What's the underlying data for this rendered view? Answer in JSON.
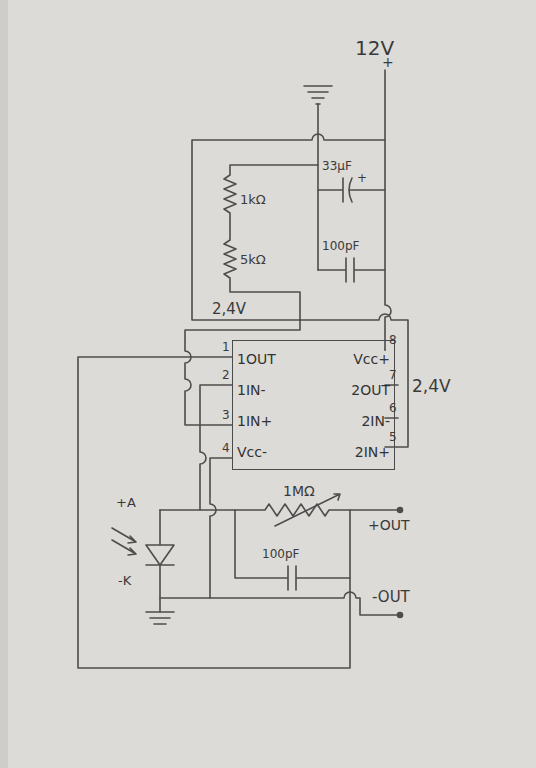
{
  "diagram": {
    "nodes": [
      {
        "text": [
          "1OUT",
          "Vcc+",
          "1IN-",
          "2OUT",
          "1IN+",
          "2IN-",
          "Vcc-",
          "2IN+"
        ]
      }
    ],
    "labels": [
      "12V",
      "+",
      "1kΩ",
      "5kΩ",
      "33µF",
      "+",
      "100pF",
      "2,4V",
      "2,4V",
      "1",
      "2",
      "3",
      "4",
      "8",
      "7",
      "6",
      "5",
      "1MΩ",
      "+OUT",
      "100pF",
      "-OUT",
      "+A",
      "-K"
    ]
  }
}
